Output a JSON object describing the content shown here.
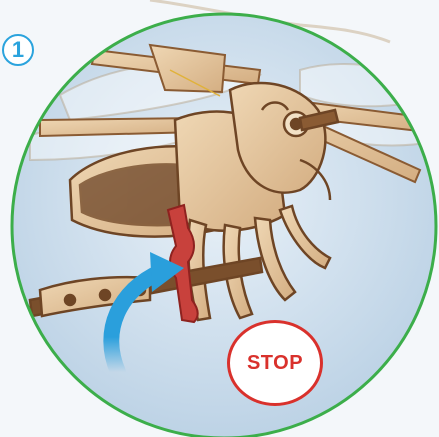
{
  "step": {
    "number": "1"
  },
  "stop_label": "STOP",
  "colors": {
    "ring": "#3cae4a",
    "step_accent": "#2aa3dd",
    "stop_red": "#d9312c",
    "lever": "#c8413c",
    "arrow": "#2a9fdc",
    "wood_light": "#e6c9a3",
    "wood_dark": "#7a4f2c",
    "sky": "#cfe0ee"
  },
  "icons": [
    "rotate-arrow-icon",
    "lever-icon",
    "dragonfly-model-illustration"
  ]
}
